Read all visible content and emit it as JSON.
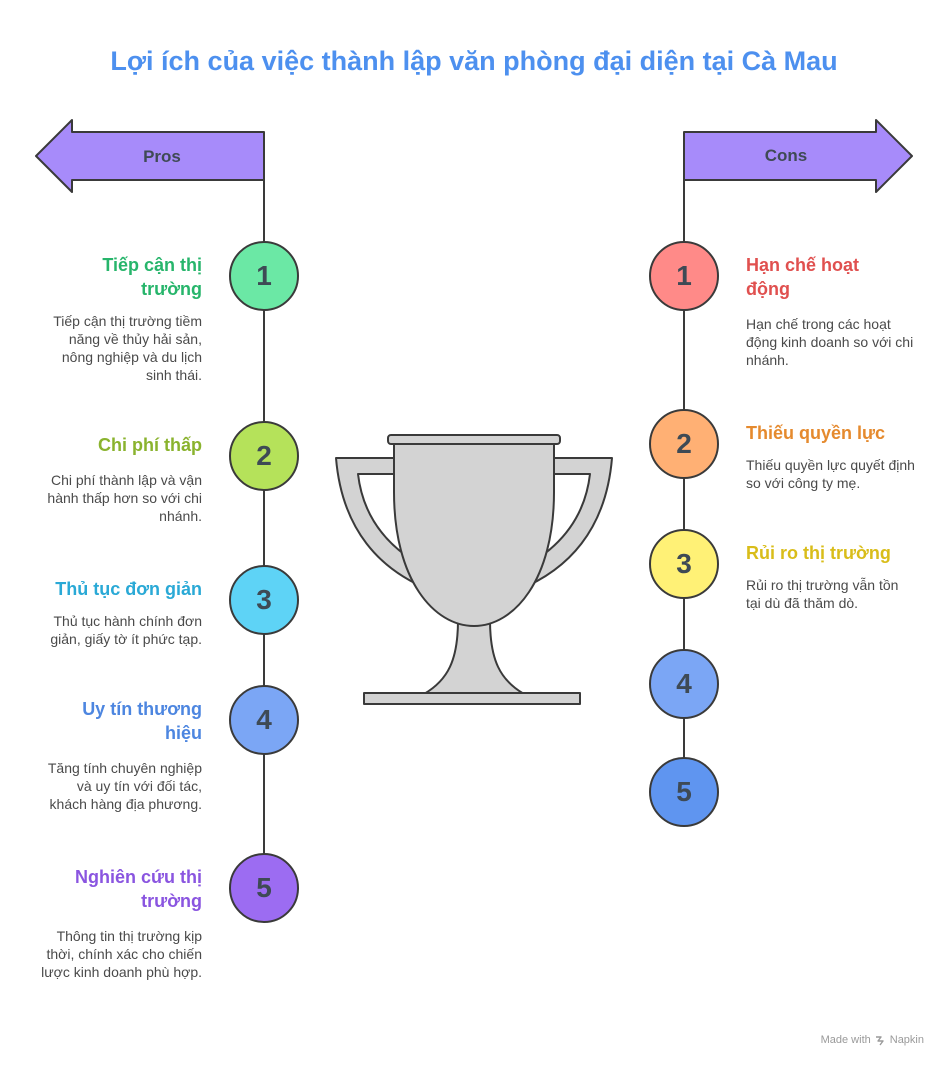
{
  "title": "Lợi ích của việc thành lập văn phòng đại diện tại Cà Mau",
  "pros": {
    "label": "Pros",
    "items": [
      {
        "number": "1",
        "title": "Tiếp cận thị trường",
        "desc": "Tiếp cận thị trường tiềm năng về thủy hải sản, nông nghiệp và du lịch sinh thái.",
        "color": "#27b56b",
        "fill": "#6be8a5"
      },
      {
        "number": "2",
        "title": "Chi phí thấp",
        "desc": "Chi phí thành lập và vận hành thấp hơn so với chi nhánh.",
        "color": "#8ab32e",
        "fill": "#b5e25a"
      },
      {
        "number": "3",
        "title": "Thủ tục đơn giản",
        "desc": "Thủ tục hành chính đơn giản, giấy tờ ít phức tạp.",
        "color": "#2aa9d6",
        "fill": "#5ed3f6"
      },
      {
        "number": "4",
        "title": "Uy tín thương hiệu",
        "desc": "Tăng tính chuyên nghiệp và uy tín với đối tác, khách hàng địa phương.",
        "color": "#4d86e0",
        "fill": "#7ba6f5"
      },
      {
        "number": "5",
        "title": "Nghiên cứu thị trường",
        "desc": "Thông tin thị trường kịp thời, chính xác cho chiến lược kinh doanh phù hợp.",
        "color": "#8a55e0",
        "fill": "#9c6cf2"
      }
    ]
  },
  "cons": {
    "label": "Cons",
    "items": [
      {
        "number": "1",
        "title": "Hạn chế hoạt động",
        "desc": "Hạn chế trong các hoạt động kinh doanh so với chi nhánh.",
        "color": "#e0504f",
        "fill": "#ff8a88"
      },
      {
        "number": "2",
        "title": "Thiếu quyền lực",
        "desc": "Thiếu quyền lực quyết định so với công ty mẹ.",
        "color": "#e58a2e",
        "fill": "#ffb074"
      },
      {
        "number": "3",
        "title": "Rủi ro thị trường",
        "desc": "Rủi ro thị trường vẫn tồn tại dù đã thăm dò.",
        "color": "#d9bd1a",
        "fill": "#fff176"
      },
      {
        "number": "4",
        "title": "",
        "desc": "",
        "color": "#4d86e0",
        "fill": "#7ba6f5"
      },
      {
        "number": "5",
        "title": "",
        "desc": "",
        "color": "#4d86e0",
        "fill": "#5f95f0"
      }
    ]
  },
  "footer": {
    "made_with": "Made with",
    "brand": "Napkin"
  },
  "colors": {
    "title": "#4d90ef",
    "arrow_fill": "#a78bfa",
    "trophy_fill": "#d3d3d3",
    "stroke": "#3a3a3a"
  },
  "icons": {
    "trophy": "trophy-icon",
    "napkin": "napkin-logo-icon"
  }
}
